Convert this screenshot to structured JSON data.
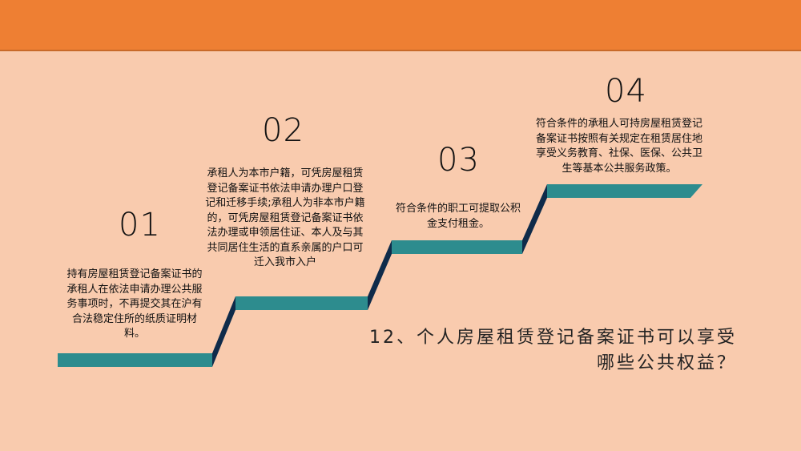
{
  "steps": [
    {
      "number": "01",
      "text": "持有房屋租赁登记备案证书的承租人在依法申请办理公共服务事项时，不再提交其在沪有合法稳定住所的纸质证明材料。"
    },
    {
      "number": "02",
      "text": "承租人为本市户籍，可凭房屋租赁登记备案证书依法申请办理户口登记和迁移手续;承租人为非本市户籍的，可凭房屋租赁登记备案证书依法办理或申领居住证、本人及与其共同居住生活的直系亲属的户口可迁入我市入户"
    },
    {
      "number": "03",
      "text": "符合条件的职工可提取公积金支付租金。"
    },
    {
      "number": "04",
      "text": "符合条件的承租人可持房屋租赁登记备案证书按照有关规定在租赁居住地享受义务教育、社保、医保、公共卫生等基本公共服务政策。"
    }
  ],
  "question": {
    "line1": "12、个人房屋租赁登记备案证书可以享受",
    "line2": "哪些公共权益？"
  },
  "colors": {
    "header": "#ee7f33",
    "background": "#f9cbae",
    "step_tread": "#2d8c8e",
    "step_riser": "#0f2b4a"
  }
}
